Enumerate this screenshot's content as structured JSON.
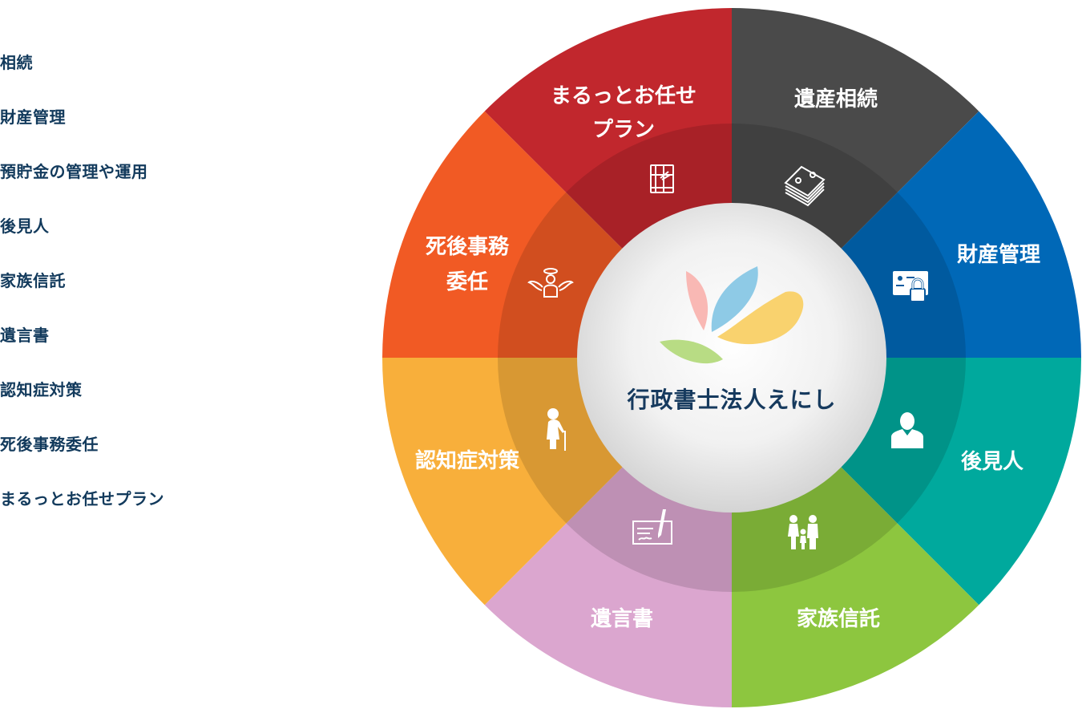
{
  "side_menu": {
    "items": [
      {
        "label": "相続"
      },
      {
        "label": "財産管理"
      },
      {
        "label": "預貯金の管理や運用"
      },
      {
        "label": "後見人"
      },
      {
        "label": "家族信託"
      },
      {
        "label": "遺言書"
      },
      {
        "label": "認知症対策"
      },
      {
        "label": "死後事務委任"
      },
      {
        "label": "まるっとお任せプラン"
      }
    ]
  },
  "wheel": {
    "center": {
      "title": "行政書士法人えにし",
      "logo_colors": [
        "#f9b8b4",
        "#8ecae6",
        "#f9d26e",
        "#b8dc84"
      ]
    },
    "segments": [
      {
        "id": "inheritance",
        "label_lines": [
          "遺産相続"
        ],
        "color": "#4a4a4a",
        "icon": "money-stack-icon"
      },
      {
        "id": "asset-management",
        "label_lines": [
          "財産管理"
        ],
        "color": "#0068b7",
        "icon": "id-card-lock-icon"
      },
      {
        "id": "guardian",
        "label_lines": [
          "後見人"
        ],
        "color": "#00a99d",
        "icon": "person-icon"
      },
      {
        "id": "family-trust",
        "label_lines": [
          "家族信託"
        ],
        "color": "#8dc63f",
        "icon": "family-icon"
      },
      {
        "id": "will",
        "label_lines": [
          "遺言書"
        ],
        "color": "#dba6cf",
        "icon": "signature-icon"
      },
      {
        "id": "dementia",
        "label_lines": [
          "認知症対策"
        ],
        "color": "#f8af3b",
        "icon": "elderly-icon"
      },
      {
        "id": "posthumous",
        "label_lines": [
          "死後事務",
          "委任"
        ],
        "color": "#f15a24",
        "icon": "angel-icon"
      },
      {
        "id": "full-plan",
        "label_lines": [
          "まるっとお任せ",
          "プラン"
        ],
        "color": "#c1272d",
        "icon": "gift-book-icon"
      }
    ]
  }
}
